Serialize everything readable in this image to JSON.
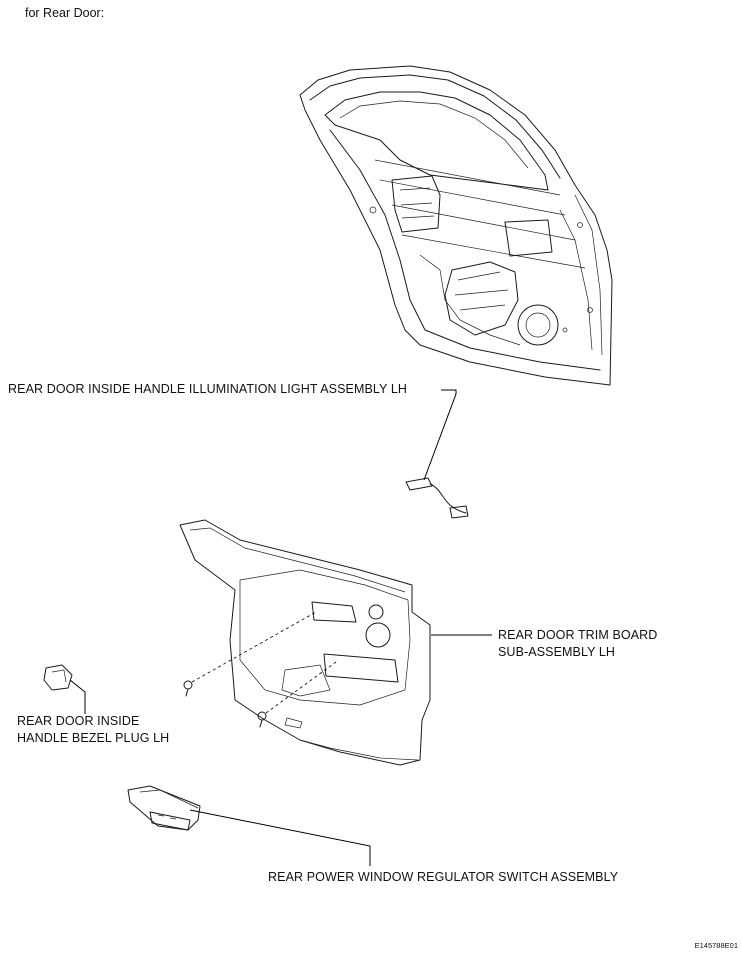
{
  "heading": "for Rear Door:",
  "labels": {
    "illumination_light": "REAR DOOR INSIDE HANDLE ILLUMINATION LIGHT ASSEMBLY LH",
    "trim_board_line1": "REAR DOOR TRIM BOARD",
    "trim_board_line2": "SUB-ASSEMBLY LH",
    "bezel_plug_line1": "REAR DOOR INSIDE",
    "bezel_plug_line2": "HANDLE BEZEL PLUG LH",
    "window_switch": "REAR POWER WINDOW REGULATOR SWITCH ASSEMBLY"
  },
  "figure_code": "E145788E01"
}
